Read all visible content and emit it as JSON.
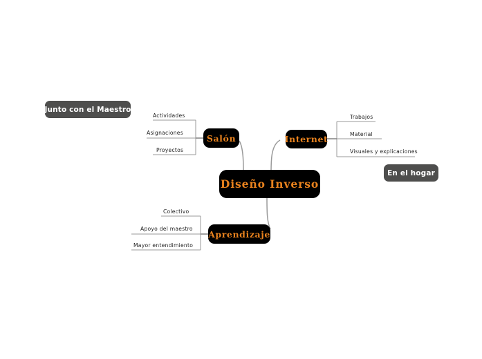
{
  "diagram": {
    "type": "mind-map",
    "background_color": "#ffffff",
    "node_fill": "#000000",
    "node_text_color": "#E8821E",
    "pill_fill": "#4E4E4D",
    "pill_text_color": "#ffffff",
    "connector_color": "#9a9a9a",
    "leaf_text_color": "#1c1c1c",
    "central": {
      "label": "Diseño Inverso"
    },
    "branches": [
      {
        "id": "salon",
        "label": "Salón",
        "side": "left",
        "leaves": [
          {
            "label": "Actividades"
          },
          {
            "label": "Asignaciones"
          },
          {
            "label": "Proyectos"
          }
        ]
      },
      {
        "id": "internet",
        "label": "Internet",
        "side": "right",
        "leaves": [
          {
            "label": "Trabajos"
          },
          {
            "label": "Material"
          },
          {
            "label": "Visuales y explicaciones"
          }
        ]
      },
      {
        "id": "aprendizaje",
        "label": "Aprendizaje",
        "side": "left",
        "leaves": [
          {
            "label": "Colectivo"
          },
          {
            "label": "Apoyo del maestro"
          },
          {
            "label": "Mayor entendimiento"
          }
        ]
      }
    ],
    "pills": [
      {
        "id": "maestro",
        "label": "Junto con el Maestro"
      },
      {
        "id": "hogar",
        "label": "En el hogar"
      }
    ]
  }
}
